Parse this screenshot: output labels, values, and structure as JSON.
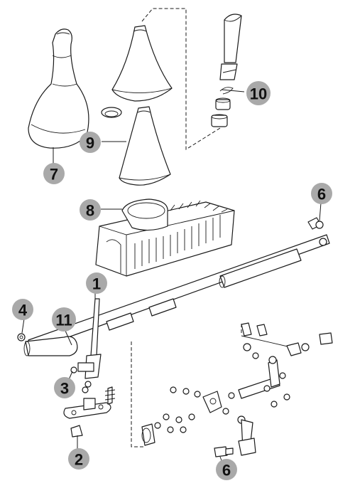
{
  "callouts": [
    {
      "label": "1"
    },
    {
      "label": "2"
    },
    {
      "label": "3"
    },
    {
      "label": "4"
    },
    {
      "label": "6"
    },
    {
      "label": "6"
    },
    {
      "label": "7"
    },
    {
      "label": "8"
    },
    {
      "label": "9"
    },
    {
      "label": "10"
    },
    {
      "label": "11"
    }
  ],
  "colors": {
    "callout": "#a9a9a9",
    "line": "#1a1a1a",
    "background": "#ffffff"
  }
}
